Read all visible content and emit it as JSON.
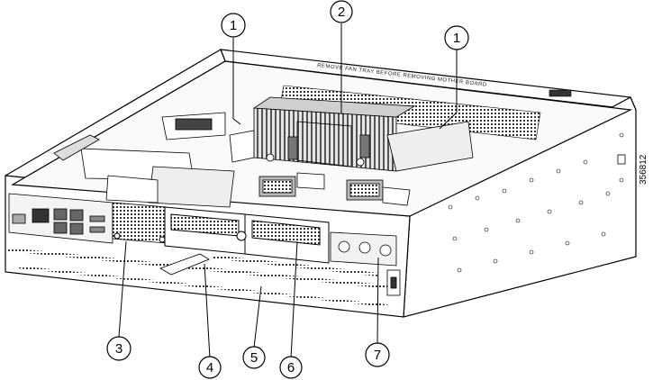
{
  "figure": {
    "id_label": "356812",
    "stencil_text": "REMOVE FAN TRAY BEFORE REMOVING MOTHER BOARD"
  },
  "callouts": [
    {
      "label": "1"
    },
    {
      "label": "2"
    },
    {
      "label": "1"
    },
    {
      "label": "3"
    },
    {
      "label": "4"
    },
    {
      "label": "5"
    },
    {
      "label": "6"
    },
    {
      "label": "7"
    }
  ],
  "colors": {
    "line": "#000000",
    "fill": "#ffffff",
    "shade": "#d9d9d9",
    "dark": "#3a3a3a"
  }
}
